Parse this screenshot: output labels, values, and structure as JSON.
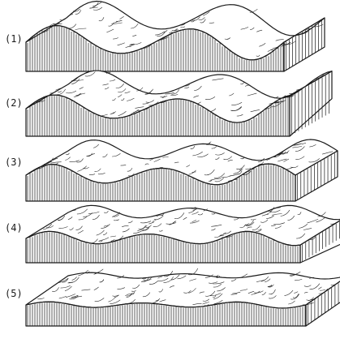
{
  "diagram": {
    "type": "block-diagram-sequence",
    "stages": [
      {
        "label": "(1)"
      },
      {
        "label": "(2)"
      },
      {
        "label": "(3)"
      },
      {
        "label": "(4)"
      },
      {
        "label": "(5)"
      }
    ],
    "colors": {
      "ink": "#1a1a1a",
      "paper": "#ffffff"
    }
  }
}
